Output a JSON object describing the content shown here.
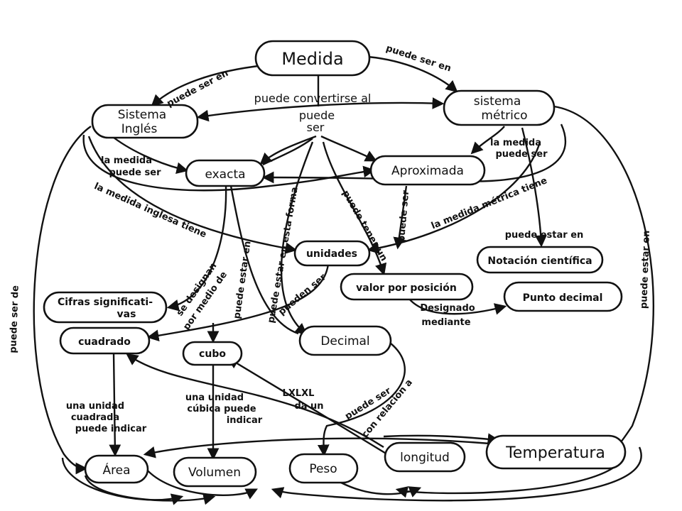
{
  "nodes": {
    "medida": "Medida",
    "sistema_ingles_1": "Sistema",
    "sistema_ingles_2": "Inglés",
    "sistema_metrico_1": "sistema",
    "sistema_metrico_2": "métrico",
    "exacta": "exacta",
    "aproximada": "Aproximada",
    "unidades": "unidades",
    "notacion_cientifica": "Notación científica",
    "valor_por_posicion": "valor por posición",
    "punto_decimal": "Punto decimal",
    "cifras_1": "Cifras significati-",
    "cifras_2": "vas",
    "cuadrado": "cuadrado",
    "cubo": "cubo",
    "decimal": "Decimal",
    "area": "Área",
    "volumen": "Volumen",
    "peso": "Peso",
    "longitud": "longitud",
    "temperatura": "Temperatura"
  },
  "labels": {
    "puede_ser_en_left": "puede ser en",
    "puede_ser_en_right": "puede ser en",
    "puede_convertirse": "puede convertirse al",
    "puede_ser_1": "puede",
    "puede_ser_2": "ser",
    "la_medida_puede_ser_r1": "la medida",
    "la_medida_puede_ser_r2": "puede ser",
    "la_medida_puede_ser_l1": "la medida",
    "la_medida_puede_ser_l2": "puede ser",
    "la_medida_inglesa": "la medida inglesa tiene",
    "la_medida_metrica": "la medida métrica tiene",
    "puede_estar_en": "puede estar en",
    "puede_ser_v": "puede ser",
    "puede_tener_un": "puede tener un",
    "puede_estar_forma": "puede estar en esta forma",
    "puede_estar_en_v": "puede estar en",
    "pueden_ser": "pueden ser",
    "se_designan": "se designan",
    "por_medio_de": "por medio de",
    "designado_1": "Designado",
    "designado_2": "mediante",
    "puede_ser_de": "puede ser de",
    "puede_estar_en_right": "puede estar en",
    "unidad_cuadrada_1": "una unidad",
    "unidad_cuadrada_2": "cuadrada",
    "unidad_cuadrada_3": "puede indicar",
    "unidad_cubica_1": "una unidad",
    "unidad_cubica_2": "cúbica puede",
    "unidad_cubica_3": "indicar",
    "lxlxl_1": "LXLXL",
    "lxlxl_2": "da un",
    "puede_ser_con_1": "puede ser",
    "puede_ser_con_2": "con relación a"
  }
}
